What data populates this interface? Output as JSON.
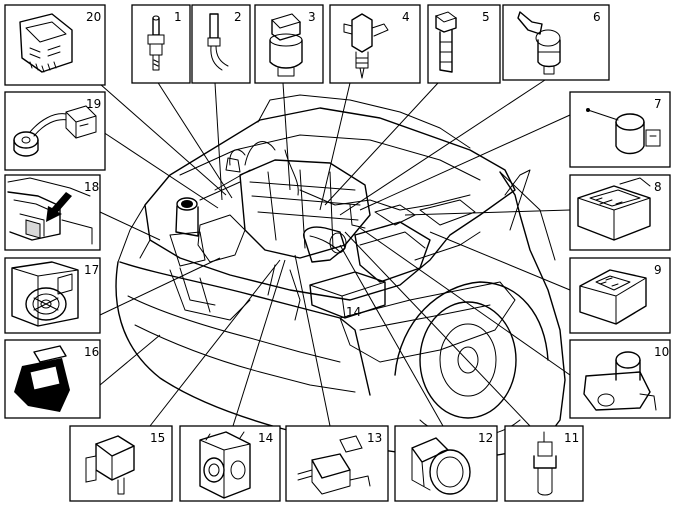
{
  "components": [
    {
      "number": "1",
      "icon": "temperature-sensor-icon"
    },
    {
      "number": "2",
      "icon": "sensor-probe-icon"
    },
    {
      "number": "3",
      "icon": "pressure-switch-icon"
    },
    {
      "number": "4",
      "icon": "fuel-injector-icon"
    },
    {
      "number": "5",
      "icon": "ignition-coil-icon"
    },
    {
      "number": "6",
      "icon": "angle-sensor-icon"
    },
    {
      "number": "7",
      "icon": "pressure-sensor-icon"
    },
    {
      "number": "8",
      "icon": "control-unit-box-icon"
    },
    {
      "number": "9",
      "icon": "relay-box-icon"
    },
    {
      "number": "10",
      "icon": "throttle-valve-icon"
    },
    {
      "number": "11",
      "icon": "coolant-temperature-sensor-icon"
    },
    {
      "number": "12",
      "icon": "air-mass-meter-icon"
    },
    {
      "number": "13",
      "icon": "solenoid-valve-icon"
    },
    {
      "number": "14",
      "icon": "throttle-body-icon"
    },
    {
      "number": "15",
      "icon": "map-sensor-icon"
    },
    {
      "number": "16",
      "icon": "fuel-pump-icon"
    },
    {
      "number": "17",
      "icon": "fan-motor-icon"
    },
    {
      "number": "18",
      "icon": "bracket-mount-icon"
    },
    {
      "number": "19",
      "icon": "knock-sensor-icon"
    },
    {
      "number": "20",
      "icon": "engine-control-module-icon"
    }
  ],
  "engine_bay_label": "14"
}
